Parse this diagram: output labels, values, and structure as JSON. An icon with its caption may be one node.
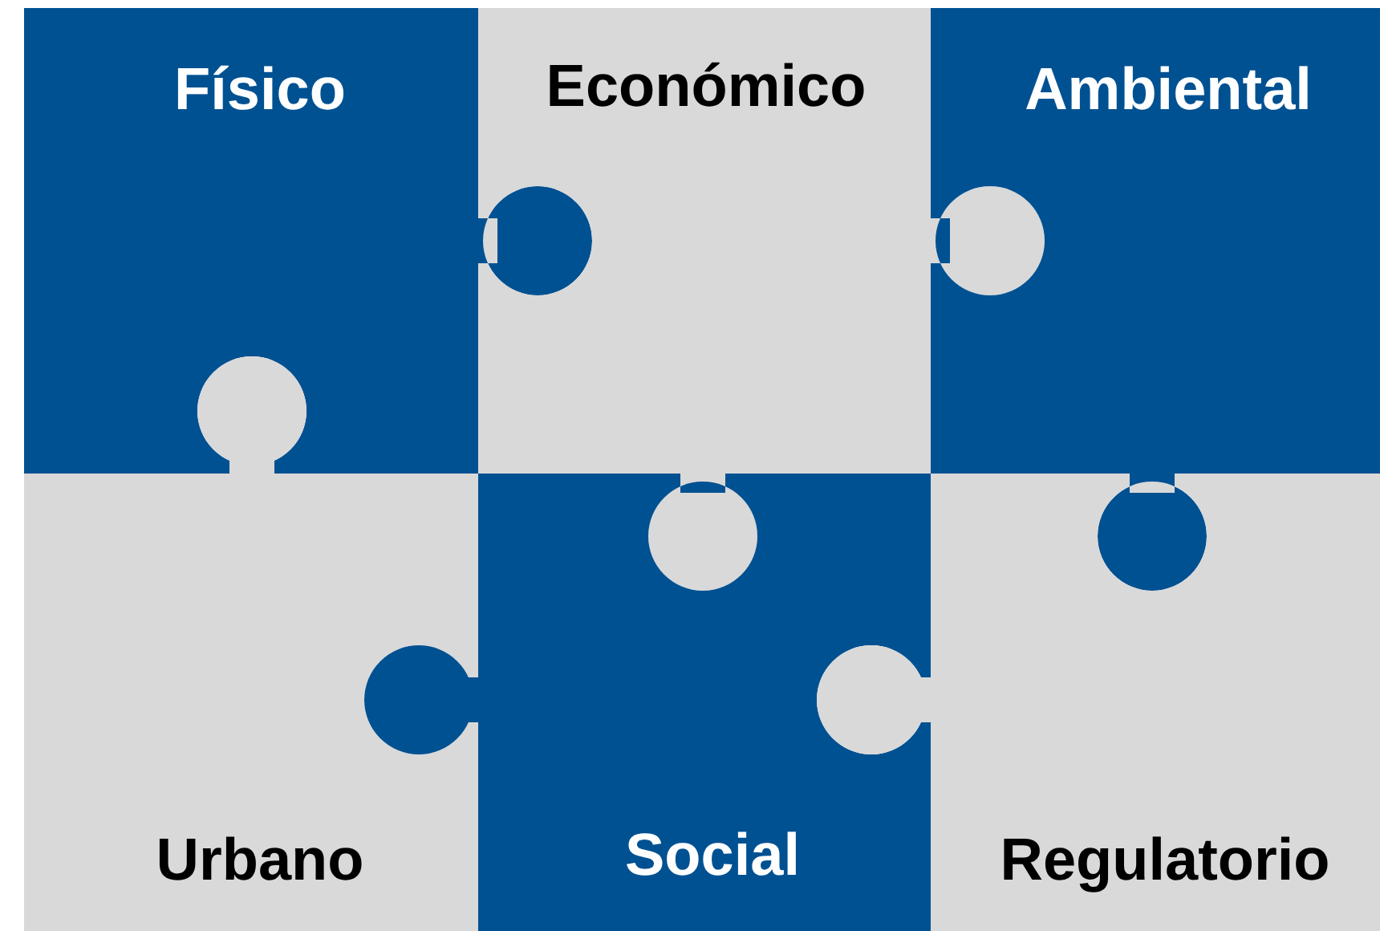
{
  "diagram": {
    "nodes": [
      {
        "text": [
          "Físico"
        ]
      },
      {
        "text": [
          "Económico"
        ]
      },
      {
        "text": [
          "Ambiental"
        ]
      },
      {
        "text": [
          "Urbano"
        ]
      },
      {
        "text": [
          "Social"
        ]
      },
      {
        "text": [
          "Regulatorio"
        ]
      }
    ],
    "edges": []
  }
}
